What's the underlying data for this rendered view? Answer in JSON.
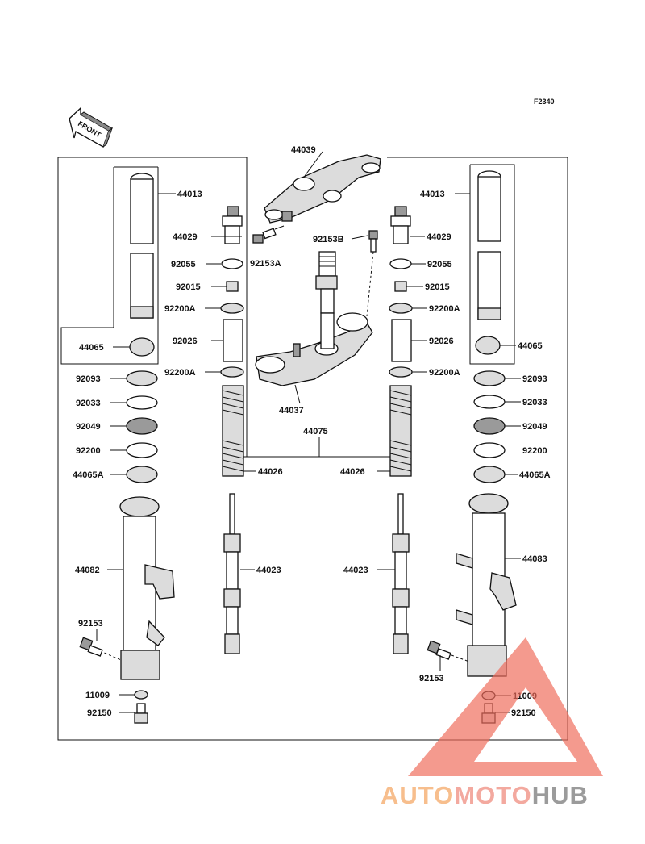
{
  "diagram_code": "F2340",
  "front_label": "FRONT",
  "watermark": {
    "part1": "AUTO",
    "part2": "MOTO",
    "part3": "HUB"
  },
  "parts": {
    "p44039": "44039",
    "p44013_l": "44013",
    "p44013_r": "44013",
    "p44029_l": "44029",
    "p44029_r": "44029",
    "p92153b": "92153B",
    "p92055_l": "92055",
    "p92055_r": "92055",
    "p92153a": "92153A",
    "p92015_l": "92015",
    "p92015_r": "92015",
    "p92200a_l1": "92200A",
    "p92200a_r1": "92200A",
    "p92026_l": "92026",
    "p92026_r": "92026",
    "p44065_l": "44065",
    "p44065_r": "44065",
    "p92200a_l2": "92200A",
    "p92200a_r2": "92200A",
    "p92093_l": "92093",
    "p92093_r": "92093",
    "p44037": "44037",
    "p92033_l": "92033",
    "p92033_r": "92033",
    "p92049_l": "92049",
    "p92049_r": "92049",
    "p44075": "44075",
    "p92200_l": "92200",
    "p92200_r": "92200",
    "p44065a_l": "44065A",
    "p44065a_r": "44065A",
    "p44026_l": "44026",
    "p44026_r": "44026",
    "p44082": "44082",
    "p44083": "44083",
    "p44023_l": "44023",
    "p44023_r": "44023",
    "p92153_l": "92153",
    "p92153_r": "92153",
    "p11009_l": "11009",
    "p11009_r": "11009",
    "p92150_l": "92150",
    "p92150_r": "92150"
  },
  "colors": {
    "watermark_triangle": "#ef6a5a",
    "watermark_auto": "#f6b37a",
    "watermark_moto": "#f29b8f",
    "watermark_hub": "#8a8a8a"
  }
}
